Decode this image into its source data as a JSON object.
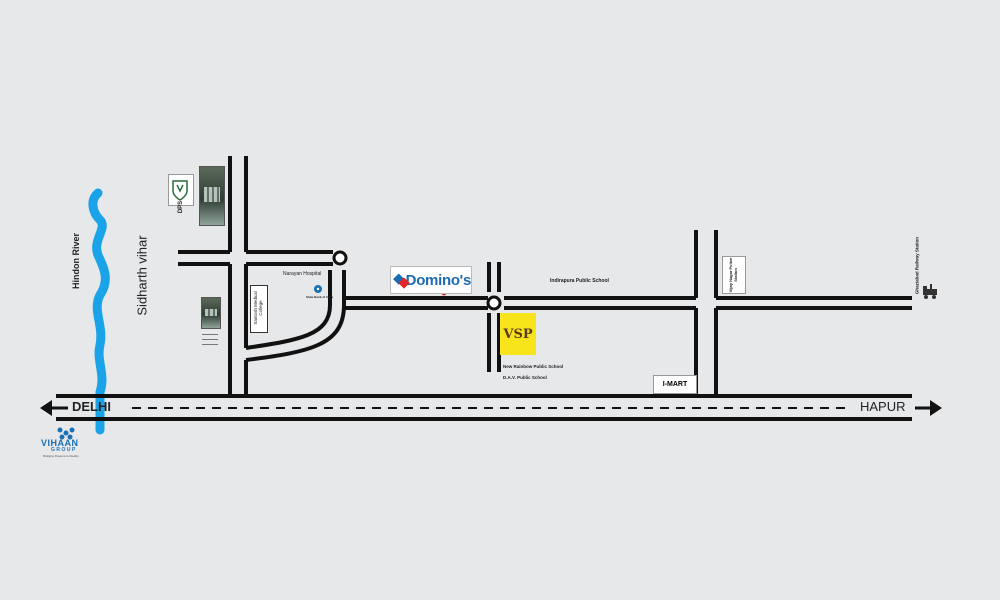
{
  "labels": {
    "delhi": "DELHI",
    "hapur": "HAPUR",
    "hindon_river": "Hindon River",
    "sidharth_vihar": "Sidharth vihar",
    "dps": "DPS",
    "narayan_hospital": "Narayan Hospital",
    "santosh_medical_college": "Santosh Medical College",
    "state_bank": "State Bank of India",
    "dominos": "Domino's",
    "indirapura_public_school": "Indirapura Public School",
    "vijay_nagar_police_station": "Vijay Nagar Police Station",
    "ghaziabad_railway_station": "Ghaziabad Railway Station",
    "new_rainbow_public_school": "New Rainbow Public School",
    "dav_public_school": "D.A.V. Public School",
    "imart": "I-MART",
    "vsp": "VSP",
    "vihaan": "VIHAAN",
    "vihaan_group": "GROUP",
    "vihaan_tagline": "Bridging Dreams to Reality"
  },
  "colors": {
    "background": "#e7e8ea",
    "road": "#111111",
    "river": "#1aa3e8",
    "dominos_blue": "#1c6bb5",
    "dominos_red": "#e4252b",
    "vsp_yellow": "#f7e41a",
    "vihaan_blue": "#1a6fb5"
  },
  "icons": {
    "river": "river-line",
    "sbi": "sbi-logo-icon",
    "dominos": "dominos-logo-icon",
    "train": "train-icon",
    "arrow_left": "arrow-left-icon",
    "arrow_right": "arrow-right-icon",
    "vihaan": "vihaan-logo-icon"
  }
}
